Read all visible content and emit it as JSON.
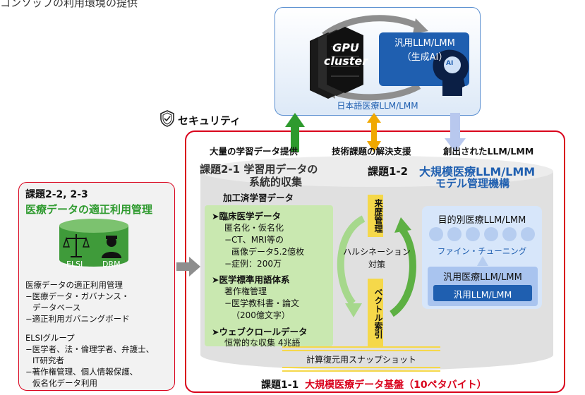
{
  "page": {
    "header": "コンソップの利用環境の提供"
  },
  "colors": {
    "red": "#d9001b",
    "green": "#2e9a2e",
    "blue": "#1f5fb0",
    "orange": "#f0a800",
    "cylinder_fill": "#e2e2e2",
    "green_box": "#c9e8b0"
  },
  "top": {
    "gpu_label": "GPU cluster",
    "llm_box": [
      "汎用LLM/LMM",
      "（生成AI）"
    ],
    "ai_label": "AI",
    "caption": "日本語医療LLM/LMM"
  },
  "security": {
    "label": "セキュリティ",
    "icon": "shield-check-icon"
  },
  "flows": {
    "left": "大量の学習データ提供",
    "mid": "技術課題の解決支援",
    "right": "創出されたLLM/LMM"
  },
  "task21": {
    "title_lines": [
      "課題2-1 学習用データの",
      "系統的収集"
    ],
    "subtitle": "加工済学習データ"
  },
  "task12": {
    "label": "課題1-2",
    "title_lines": [
      "大規模医療LLM/LMM",
      "モデル管理機構"
    ]
  },
  "green_list": [
    {
      "head": "臨床医学データ",
      "lines": [
        "匿名化・仮名化",
        "−CT、MRI等の",
        "画像データ5.2億枚",
        "−症例：200万"
      ]
    },
    {
      "head": "医学標準用語体系",
      "lines": [
        "著作権管理",
        "−医学教科書・論文",
        "（200億文字）"
      ]
    },
    {
      "head": "ウェブクロールデータ",
      "lines": [
        "恒常的な収集 4兆語"
      ]
    }
  ],
  "history": "来歴管理",
  "halluc": [
    "ハルシネーション",
    "対策"
  ],
  "vector": "ベクトル索引",
  "right_panel": {
    "title": "目的別医療LLM/LMM",
    "finetune": "ファイン・チューニング",
    "general_med": "汎用医療LLM/LMM",
    "general": "汎用LLM/LMM"
  },
  "snapshot": "計算復元用スナップショット",
  "task11": {
    "label": "課題1-1",
    "title": "大規模医療データ基盤（10ペタバイト）"
  },
  "left_box": {
    "label": "課題2-2, 2-3",
    "title": "医療データの適正利用管理",
    "elsi": "ELSI",
    "drm": "DRM",
    "lines": [
      "医療データの適正利用管理",
      "−医療データ・ガバナンス・",
      "データベース",
      "−適正利用ガバニングボード",
      "",
      "ELSIグループ",
      "−医学者、法・倫理学者、弁護士、",
      "IT研究者",
      "−著作権管理、個人情報保護、",
      "仮名化データ利用"
    ]
  }
}
